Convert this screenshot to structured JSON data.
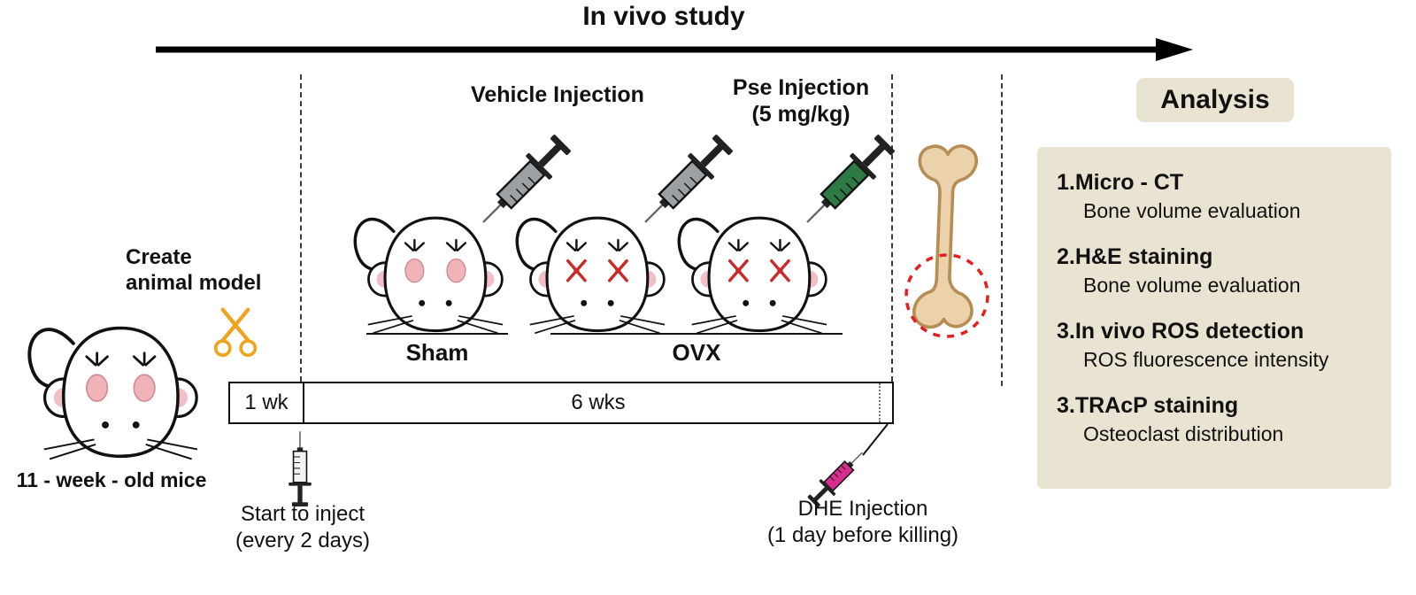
{
  "title": "In vivo study",
  "subject": {
    "mouse_label": "11 - week - old mice",
    "create_model_line1": "Create",
    "create_model_line2": "animal model"
  },
  "injections": {
    "vehicle_label": "Vehicle Injection",
    "pse_label_line1": "Pse Injection",
    "pse_label_line2": "(5 mg/kg)",
    "start_line1": "Start to inject",
    "start_line2": "(every 2 days)",
    "dhe_line1": "DHE Injection",
    "dhe_line2": "(1 day before killing)"
  },
  "groups": {
    "sham": "Sham",
    "ovx": "OVX"
  },
  "timeline": {
    "segment1": "1 wk",
    "segment2": "6 wks"
  },
  "analysis": {
    "header": "Analysis",
    "items": [
      {
        "number": "1.",
        "title": "Micro - CT",
        "desc": "Bone volume evaluation"
      },
      {
        "number": "2.",
        "title": "H&E staining",
        "desc": "Bone volume evaluation"
      },
      {
        "number": "3.",
        "title": "In vivo ROS detection",
        "desc": "ROS fluorescence intensity"
      },
      {
        "number": "3.",
        "title": "TRAcP staining",
        "desc": "Osteoclast distribution"
      }
    ]
  },
  "colors": {
    "analysis_bg": "#e9e4d2",
    "vehicle_syringe": "#9aa0a4",
    "pse_syringe": "#2d7a45",
    "dhe_syringe": "#d62e8c",
    "start_syringe": "#f2f2f2",
    "scissors": "#f0a31c",
    "bone_fill": "#ecd2ab",
    "bone_stroke": "#b68d54",
    "marker_red": "#e41f1f"
  }
}
